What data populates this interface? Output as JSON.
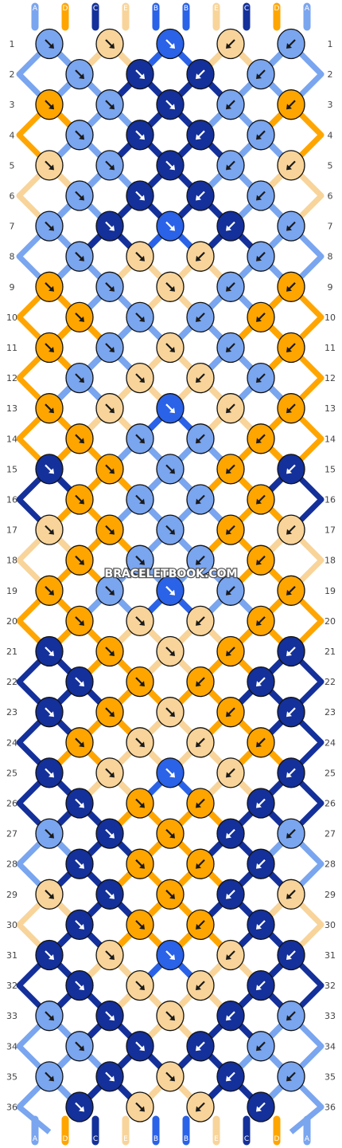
{
  "watermark": "BRACELETBOOK.COM",
  "colors": {
    "A": "#7aa5ef",
    "B": "#2a62e8",
    "C": "#14309a",
    "D": "#ffa500",
    "E": "#f8d49a"
  },
  "strings": [
    "A",
    "D",
    "C",
    "E",
    "B",
    "B",
    "E",
    "C",
    "D",
    "A"
  ],
  "row_labels": [
    "1",
    "2",
    "3",
    "4",
    "5",
    "6",
    "7",
    "8",
    "9",
    "10",
    "11",
    "12",
    "13",
    "14",
    "15",
    "16",
    "17",
    "18",
    "19",
    "20",
    "21",
    "22",
    "23",
    "24",
    "25",
    "26",
    "27",
    "28",
    "29",
    "30",
    "31",
    "32",
    "33",
    "34",
    "35",
    "36"
  ],
  "knots": [
    [
      "A",
      "E",
      "B",
      "E",
      "A"
    ],
    [
      "A",
      "C",
      "C",
      "A"
    ],
    [
      "D",
      "A",
      "C",
      "A",
      "D"
    ],
    [
      "A",
      "C",
      "C",
      "A"
    ],
    [
      "E",
      "A",
      "C",
      "A",
      "E"
    ],
    [
      "A",
      "C",
      "C",
      "A"
    ],
    [
      "A",
      "C",
      "B",
      "C",
      "A"
    ],
    [
      "A",
      "E",
      "E",
      "A"
    ],
    [
      "D",
      "A",
      "E",
      "A",
      "D"
    ],
    [
      "D",
      "A",
      "A",
      "D"
    ],
    [
      "D",
      "A",
      "E",
      "A",
      "D"
    ],
    [
      "A",
      "E",
      "E",
      "A"
    ],
    [
      "D",
      "E",
      "B",
      "E",
      "D"
    ],
    [
      "D",
      "A",
      "A",
      "D"
    ],
    [
      "C",
      "D",
      "A",
      "D",
      "C"
    ],
    [
      "D",
      "A",
      "A",
      "D"
    ],
    [
      "E",
      "D",
      "A",
      "D",
      "E"
    ],
    [
      "D",
      "A",
      "A",
      "D"
    ],
    [
      "D",
      "A",
      "B",
      "A",
      "D"
    ],
    [
      "D",
      "E",
      "E",
      "D"
    ],
    [
      "C",
      "D",
      "E",
      "D",
      "C"
    ],
    [
      "C",
      "D",
      "D",
      "C"
    ],
    [
      "C",
      "D",
      "E",
      "D",
      "C"
    ],
    [
      "D",
      "E",
      "E",
      "D"
    ],
    [
      "C",
      "E",
      "B",
      "E",
      "C"
    ],
    [
      "C",
      "D",
      "D",
      "C"
    ],
    [
      "A",
      "C",
      "D",
      "C",
      "A"
    ],
    [
      "C",
      "D",
      "D",
      "C"
    ],
    [
      "E",
      "C",
      "D",
      "C",
      "E"
    ],
    [
      "C",
      "D",
      "D",
      "C"
    ],
    [
      "C",
      "E",
      "B",
      "E",
      "C"
    ],
    [
      "C",
      "E",
      "E",
      "C"
    ],
    [
      "A",
      "C",
      "E",
      "C",
      "A"
    ],
    [
      "A",
      "C",
      "C",
      "A"
    ],
    [
      "A",
      "C",
      "E",
      "C",
      "A"
    ],
    [
      "C",
      "E",
      "E",
      "C"
    ]
  ]
}
